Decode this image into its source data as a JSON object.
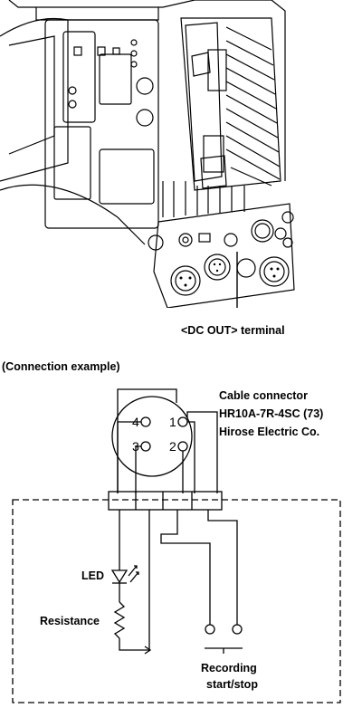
{
  "camera": {
    "terminal_label": "<DC OUT> terminal"
  },
  "diagram": {
    "heading": "(Connection example)",
    "connector": {
      "line1": "Cable connector",
      "line2": "HR10A-7R-4SC (73)",
      "line3": "Hirose Electric Co.",
      "pins": [
        "4",
        "1",
        "3",
        "2"
      ]
    },
    "led_label": "LED",
    "resistance_label": "Resistance",
    "switch_label_line1": "Recording",
    "switch_label_line2": "start/stop"
  },
  "colors": {
    "ink": "#000000",
    "paper": "#ffffff"
  }
}
